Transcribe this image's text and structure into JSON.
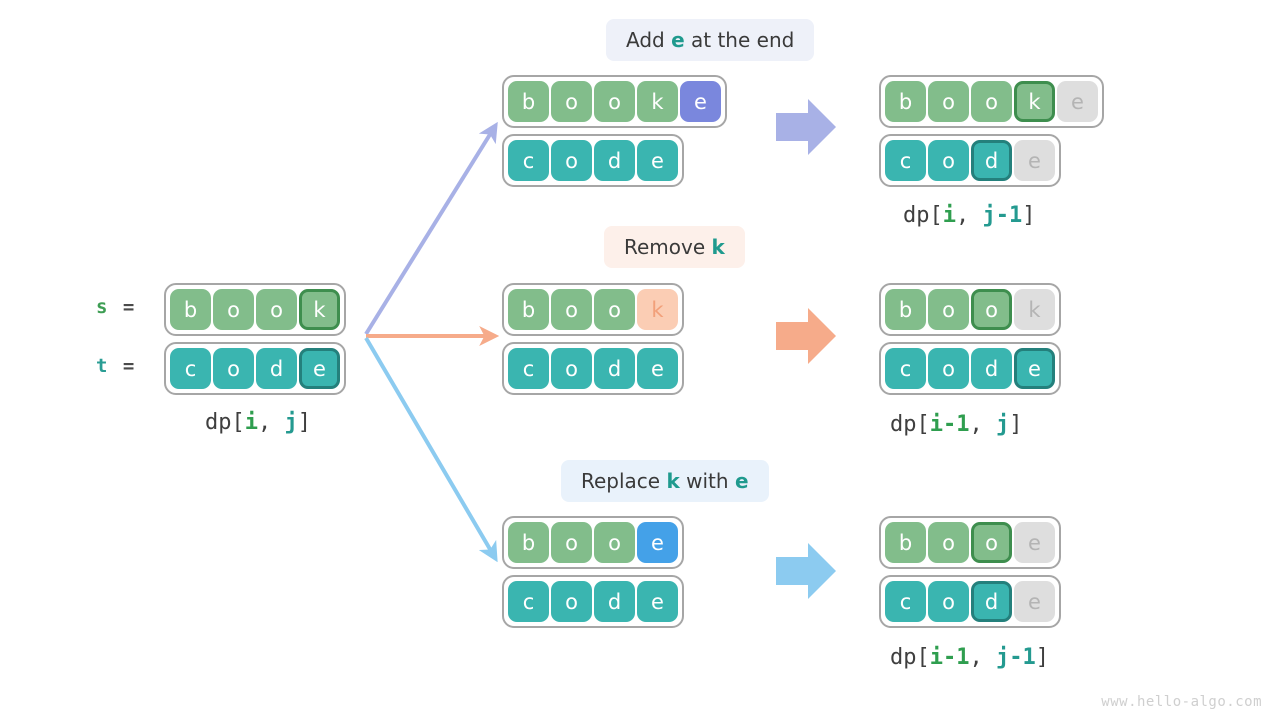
{
  "watermark": "www.hello-algo.com",
  "colors": {
    "source_green": "#82bd8b",
    "target_teal": "#3ab5b0",
    "highlight_green_border": "#3e8e4e",
    "highlight_teal_border": "#24807c",
    "dim_gray": "#dedede",
    "add_purple": "#7a87dd",
    "replace_blue": "#44a1e8",
    "remove_peach": "#fbcdb4",
    "arrow_purple": "#a8b1e6",
    "arrow_orange": "#f6ab8a",
    "arrow_blue": "#8ccbf0"
  },
  "inputs": {
    "s_label": "s",
    "t_label": "t",
    "equals": "=",
    "s_cells": [
      {
        "ch": "b",
        "style": "s"
      },
      {
        "ch": "o",
        "style": "s"
      },
      {
        "ch": "o",
        "style": "s"
      },
      {
        "ch": "k",
        "style": "hl-s"
      }
    ],
    "t_cells": [
      {
        "ch": "c",
        "style": "t"
      },
      {
        "ch": "o",
        "style": "t"
      },
      {
        "ch": "d",
        "style": "t"
      },
      {
        "ch": "e",
        "style": "hl-t"
      }
    ],
    "dp_prefix": "dp[",
    "dp_i": "i",
    "dp_sep": ", ",
    "dp_j": "j",
    "dp_suffix": "]"
  },
  "branches": [
    {
      "id": "add",
      "badge_parts": [
        "Add ",
        "e",
        " at the end"
      ],
      "badge_highlight": "e",
      "badge_style": "badge-add",
      "thin_arrow_color": "#a8b1e6",
      "block_arrow_color": "#a8b1e6",
      "mid_s_cells": [
        {
          "ch": "b",
          "style": "s"
        },
        {
          "ch": "o",
          "style": "s"
        },
        {
          "ch": "o",
          "style": "s"
        },
        {
          "ch": "k",
          "style": "s"
        },
        {
          "ch": "e",
          "style": "add-e"
        }
      ],
      "mid_t_cells": [
        {
          "ch": "c",
          "style": "t"
        },
        {
          "ch": "o",
          "style": "t"
        },
        {
          "ch": "d",
          "style": "t"
        },
        {
          "ch": "e",
          "style": "t"
        }
      ],
      "res_s_cells": [
        {
          "ch": "b",
          "style": "s"
        },
        {
          "ch": "o",
          "style": "s"
        },
        {
          "ch": "o",
          "style": "s"
        },
        {
          "ch": "k",
          "style": "hl-s"
        },
        {
          "ch": "e",
          "style": "dim"
        }
      ],
      "res_t_cells": [
        {
          "ch": "c",
          "style": "t"
        },
        {
          "ch": "o",
          "style": "t"
        },
        {
          "ch": "d",
          "style": "hl-t"
        },
        {
          "ch": "e",
          "style": "dim"
        }
      ],
      "dp_prefix": "dp[",
      "dp_i": "i",
      "dp_sep": ", ",
      "dp_j": "j-1",
      "dp_suffix": "]"
    },
    {
      "id": "remove",
      "badge_parts": [
        "Remove ",
        "k",
        ""
      ],
      "badge_highlight": "k",
      "badge_style": "badge-remove",
      "thin_arrow_color": "#f6ab8a",
      "block_arrow_color": "#f6ab8a",
      "mid_s_cells": [
        {
          "ch": "b",
          "style": "s"
        },
        {
          "ch": "o",
          "style": "s"
        },
        {
          "ch": "o",
          "style": "s"
        },
        {
          "ch": "k",
          "style": "rm-k"
        }
      ],
      "mid_t_cells": [
        {
          "ch": "c",
          "style": "t"
        },
        {
          "ch": "o",
          "style": "t"
        },
        {
          "ch": "d",
          "style": "t"
        },
        {
          "ch": "e",
          "style": "t"
        }
      ],
      "res_s_cells": [
        {
          "ch": "b",
          "style": "s"
        },
        {
          "ch": "o",
          "style": "s"
        },
        {
          "ch": "o",
          "style": "hl-s"
        },
        {
          "ch": "k",
          "style": "dim"
        }
      ],
      "res_t_cells": [
        {
          "ch": "c",
          "style": "t"
        },
        {
          "ch": "o",
          "style": "t"
        },
        {
          "ch": "d",
          "style": "t"
        },
        {
          "ch": "e",
          "style": "hl-t"
        }
      ],
      "dp_prefix": "dp[",
      "dp_i": "i-1",
      "dp_sep": ", ",
      "dp_j": "j",
      "dp_suffix": "]"
    },
    {
      "id": "replace",
      "badge_parts": [
        "Replace ",
        "k",
        " with ",
        "e",
        ""
      ],
      "badge_style": "badge-replace",
      "thin_arrow_color": "#8ccbf0",
      "block_arrow_color": "#8ccbf0",
      "mid_s_cells": [
        {
          "ch": "b",
          "style": "s"
        },
        {
          "ch": "o",
          "style": "s"
        },
        {
          "ch": "o",
          "style": "s"
        },
        {
          "ch": "e",
          "style": "rep-e"
        }
      ],
      "mid_t_cells": [
        {
          "ch": "c",
          "style": "t"
        },
        {
          "ch": "o",
          "style": "t"
        },
        {
          "ch": "d",
          "style": "t"
        },
        {
          "ch": "e",
          "style": "t"
        }
      ],
      "res_s_cells": [
        {
          "ch": "b",
          "style": "s"
        },
        {
          "ch": "o",
          "style": "s"
        },
        {
          "ch": "o",
          "style": "hl-s"
        },
        {
          "ch": "e",
          "style": "dim"
        }
      ],
      "res_t_cells": [
        {
          "ch": "c",
          "style": "t"
        },
        {
          "ch": "o",
          "style": "t"
        },
        {
          "ch": "d",
          "style": "hl-t"
        },
        {
          "ch": "e",
          "style": "dim"
        }
      ],
      "dp_prefix": "dp[",
      "dp_i": "i-1",
      "dp_sep": ", ",
      "dp_j": "j-1",
      "dp_suffix": "]"
    }
  ]
}
